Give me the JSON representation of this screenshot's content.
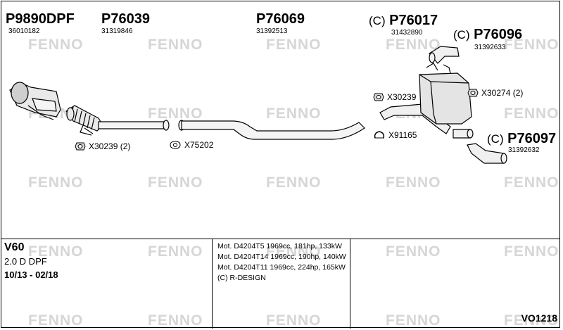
{
  "watermark": "FENNO",
  "parts": [
    {
      "prefix": "",
      "number": "P9890DPF",
      "oe": "36010182"
    },
    {
      "prefix": "",
      "number": "P76039",
      "oe": "31319846"
    },
    {
      "prefix": "",
      "number": "P76069",
      "oe": "31392513"
    },
    {
      "prefix": "(C)",
      "number": "P76017",
      "oe": "31432890"
    },
    {
      "prefix": "(C)",
      "number": "P76096",
      "oe": "31392633"
    },
    {
      "prefix": "(C)",
      "number": "P76097",
      "oe": "31392632"
    }
  ],
  "accessories": [
    {
      "label": "X30239 (2)",
      "icon": "rubber-mount-icon"
    },
    {
      "label": "X75202",
      "icon": "gasket-icon"
    },
    {
      "label": "X30239",
      "icon": "rubber-mount-icon"
    },
    {
      "label": "X30274 (2)",
      "icon": "rubber-mount-icon"
    },
    {
      "label": "X91165",
      "icon": "clamp-icon"
    }
  ],
  "vehicle": {
    "model": "V60",
    "engine": "2.0 D DPF",
    "years": "10/13 - 02/18"
  },
  "motor_lines": [
    "Mot. D4204T5 1969cc, 181hp, 133kW",
    "Mot. D4204T14 1969cc, 190hp, 140kW",
    "Mot. D4204T11 1969cc, 224hp, 165kW",
    "(C) R-DESIGN"
  ],
  "diagram_code": "VO1218"
}
